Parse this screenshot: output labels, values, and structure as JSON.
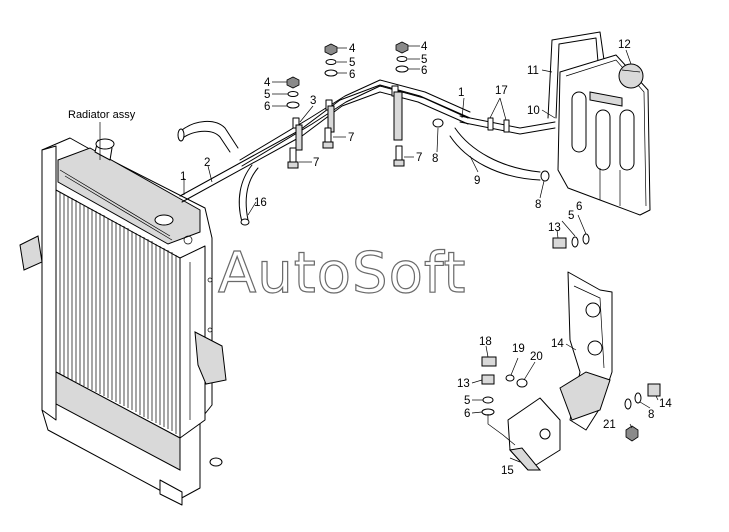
{
  "diagram": {
    "assembly_label": "Radiator assy",
    "watermark": "AutoSoft",
    "callouts": [
      {
        "id": "c1a",
        "text": "1"
      },
      {
        "id": "c1b",
        "text": "1"
      },
      {
        "id": "c2",
        "text": "2"
      },
      {
        "id": "c3",
        "text": "3"
      },
      {
        "id": "c4a",
        "text": "4"
      },
      {
        "id": "c4b",
        "text": "4"
      },
      {
        "id": "c4c",
        "text": "4"
      },
      {
        "id": "c5a",
        "text": "5"
      },
      {
        "id": "c5b",
        "text": "5"
      },
      {
        "id": "c5c",
        "text": "5"
      },
      {
        "id": "c5d",
        "text": "5"
      },
      {
        "id": "c5e",
        "text": "5"
      },
      {
        "id": "c6a",
        "text": "6"
      },
      {
        "id": "c6b",
        "text": "6"
      },
      {
        "id": "c6c",
        "text": "6"
      },
      {
        "id": "c6d",
        "text": "6"
      },
      {
        "id": "c6e",
        "text": "6"
      },
      {
        "id": "c7a",
        "text": "7"
      },
      {
        "id": "c7b",
        "text": "7"
      },
      {
        "id": "c7c",
        "text": "7"
      },
      {
        "id": "c8a",
        "text": "8"
      },
      {
        "id": "c8b",
        "text": "8"
      },
      {
        "id": "c8c",
        "text": "8"
      },
      {
        "id": "c9",
        "text": "9"
      },
      {
        "id": "c10",
        "text": "10"
      },
      {
        "id": "c11",
        "text": "11"
      },
      {
        "id": "c12",
        "text": "12"
      },
      {
        "id": "c13a",
        "text": "13"
      },
      {
        "id": "c13b",
        "text": "13"
      },
      {
        "id": "c14a",
        "text": "14"
      },
      {
        "id": "c14b",
        "text": "14"
      },
      {
        "id": "c15",
        "text": "15"
      },
      {
        "id": "c16",
        "text": "16"
      },
      {
        "id": "c17",
        "text": "17"
      },
      {
        "id": "c18",
        "text": "18"
      },
      {
        "id": "c19",
        "text": "19"
      },
      {
        "id": "c20",
        "text": "20"
      },
      {
        "id": "c21",
        "text": "21"
      }
    ]
  }
}
